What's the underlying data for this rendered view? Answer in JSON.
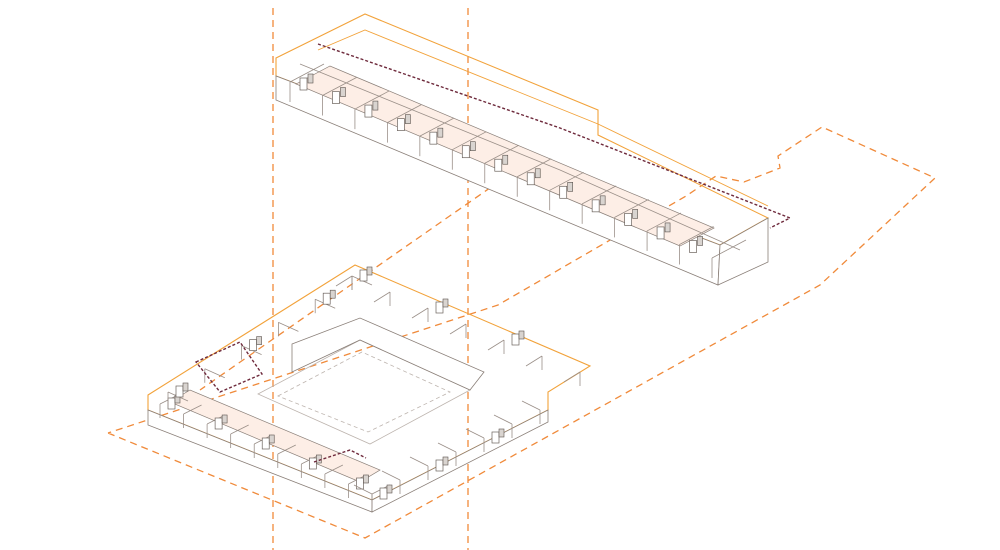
{
  "drawing": {
    "kind": "exploded axonometric floor plan",
    "colors": {
      "guide": "#f08a3a",
      "slab_edge": "#f2a23a",
      "highlight": "#6e2a3c",
      "wall": "#8a7f78",
      "tint": "#fdeee6"
    },
    "upper_level": {
      "room_count": 13
    },
    "lower_level": {
      "room_count": 24,
      "courtyard": true
    }
  }
}
